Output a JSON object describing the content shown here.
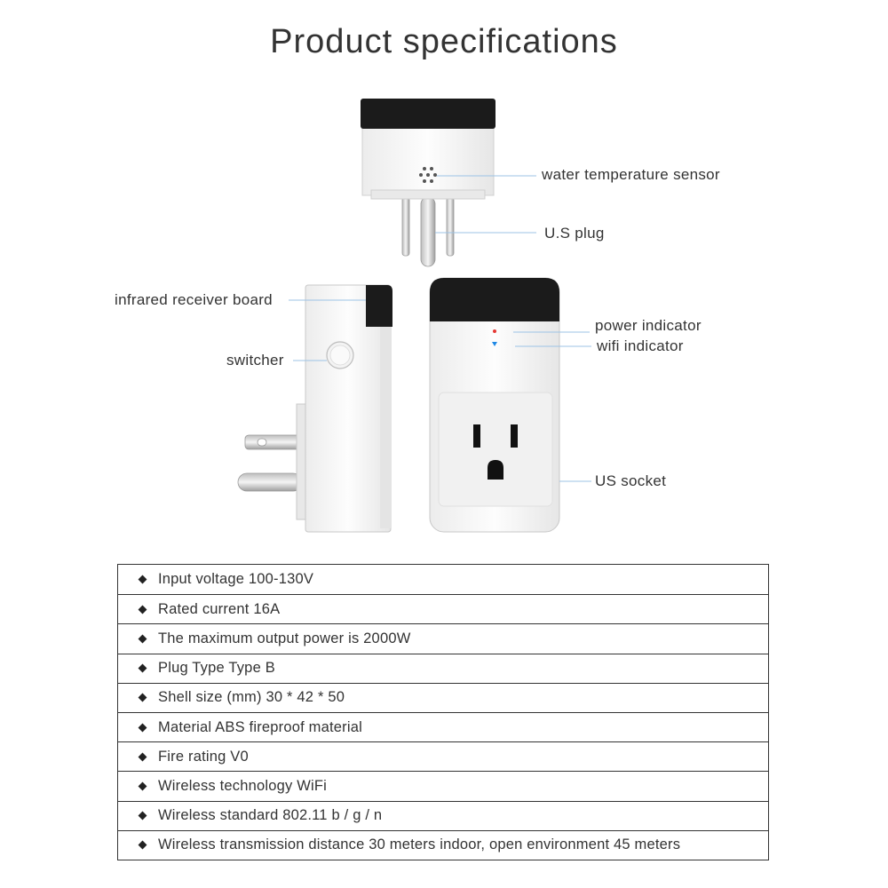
{
  "title": "Product specifications",
  "labels": {
    "water_sensor": "water temperature sensor",
    "us_plug": "U.S plug",
    "infrared_board": "infrared receiver board",
    "switcher": "switcher",
    "power_indicator": "power indicator",
    "wifi_indicator": "wifi indicator",
    "us_socket": "US socket"
  },
  "specs": [
    "Input voltage 100-130V",
    "Rated current 16A",
    "The maximum output power is 2000W",
    "Plug Type Type B",
    "Shell size (mm) 30 * 42 * 50",
    "Material ABS fireproof material",
    "Fire rating V0",
    "Wireless technology WiFi",
    "Wireless standard 802.11 b / g / n",
    "Wireless transmission distance 30 meters indoor, open environment 45 meters"
  ],
  "colors": {
    "leader_line": "#9cc3e6",
    "device_body": "#f7f7f7",
    "device_cap": "#1a1a1a",
    "power_led": "#e53935",
    "wifi_led": "#1e88e5"
  }
}
